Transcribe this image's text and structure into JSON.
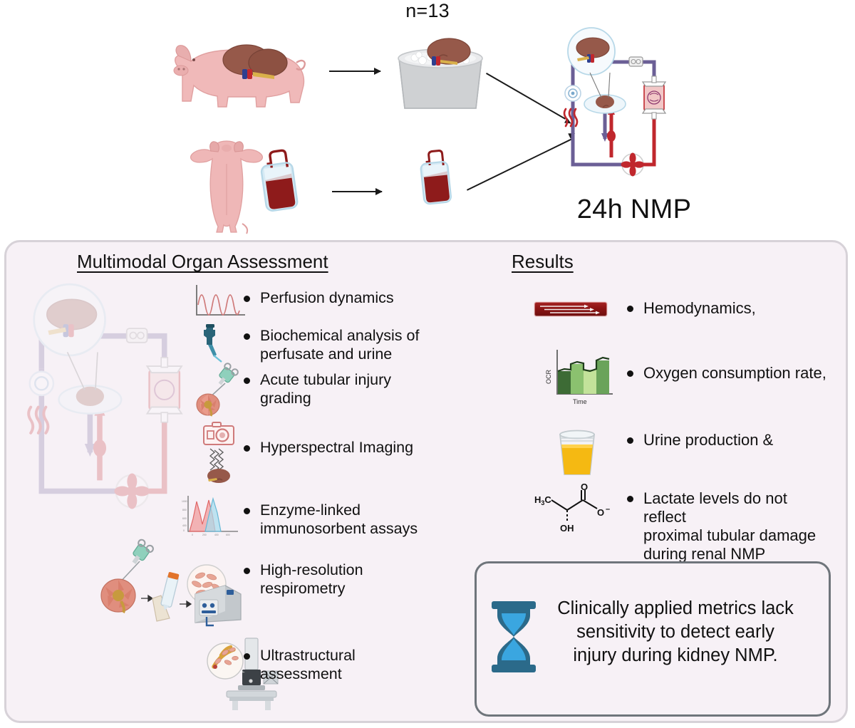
{
  "top": {
    "sample_size": "n=13",
    "nmp_label": "24h NMP",
    "icons": {
      "pig_side": "pig-with-kidneys-icon",
      "kidney_on_ice": "kidney-on-ice-box-icon",
      "pig_supine": "pig-supine-icon",
      "blood_bag_pig": "blood-bag-icon",
      "blood_bag_alone": "blood-bag-icon",
      "nmp_circuit": "nmp-perfusion-circuit-icon",
      "arrow_top": "arrow-right-icon",
      "arrow_bottom": "arrow-right-icon",
      "converge_arrow_upper": "arrow-diagonal-icon",
      "converge_arrow_lower": "arrow-diagonal-icon"
    }
  },
  "assessment": {
    "heading": "Multimodal Organ Assessment",
    "circuit_icon": "nmp-perfusion-circuit-faded-icon",
    "items": [
      {
        "label": "Perfusion dynamics",
        "icon": "waveform-chart-icon"
      },
      {
        "label": "Biochemical analysis of\nperfusate and urine",
        "icon": "pipette-icon"
      },
      {
        "label": "Acute tubular injury\ngrading",
        "icon": "kidney-biopsy-needle-icon"
      },
      {
        "label": "Hyperspectral Imaging",
        "icon": "camera-spectral-kidney-icon"
      },
      {
        "label": "Enzyme-linked\nimmunosorbent assays",
        "icon": "elisa-peaks-chart-icon"
      },
      {
        "label": "High-resolution\nrespirometry",
        "icon": "kidney-biopsy-respirometer-icon"
      },
      {
        "label": "Ultrastructural\nassessment",
        "icon": "electron-microscope-icon"
      }
    ]
  },
  "results": {
    "heading": "Results",
    "items": [
      {
        "label": "Hemodynamics,",
        "icon": "blood-vessel-flow-icon"
      },
      {
        "label": "Oxygen consumption rate,",
        "icon": "ocr-bar-chart-icon"
      },
      {
        "label": "Urine production &",
        "icon": "urine-cup-icon"
      },
      {
        "label": "Lactate levels do not reflect\nproximal tubular damage\nduring renal NMP",
        "icon": "lactate-molecule-icon"
      }
    ]
  },
  "ocr_chart": {
    "ylabel": "OCR",
    "xlabel": "Time"
  },
  "lactate": {
    "methyl": "H",
    "methyl_sub": "3",
    "methyl_c": "C",
    "carbonyl_o": "O",
    "carboxylate_o": "O",
    "charge": "–",
    "hydroxyl": "OH"
  },
  "conclusion": {
    "text": "Clinically applied metrics lack\nsensitivity to detect early\ninjury during kidney NMP.",
    "icon": "hourglass-icon"
  },
  "colors": {
    "panel_bg": "#f7f1f6",
    "panel_border": "#d7d2d8",
    "conclusion_border": "#6f757b",
    "text": "#111111",
    "kidney_brown": "#96594a",
    "pig_pink": "#f0b9b9",
    "blood_red": "#8e1b1b",
    "circuit_purple": "#6b5f96",
    "circuit_red": "#c0272d",
    "hourglass_frame": "#2b6a8a",
    "hourglass_sand": "#3aa6e0",
    "ocr_green_dark": "#3d6b35",
    "ocr_green_mid": "#8bc16f",
    "ocr_green_light": "#c3e29a",
    "urine_yellow": "#f5b912"
  }
}
